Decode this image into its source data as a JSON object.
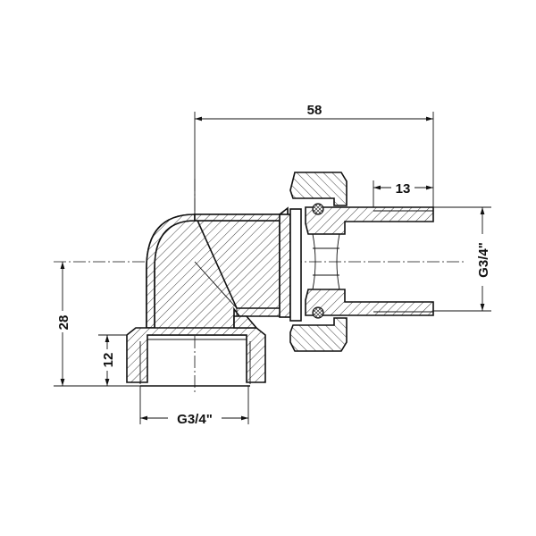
{
  "drawing": {
    "dimensions": {
      "overall_length": "58",
      "tail_length": "13",
      "tail_thread": "G3/4\"",
      "axis_height": "28",
      "thread_depth": "12",
      "female_thread": "G3/4\""
    },
    "colors": {
      "line": "#111111",
      "background": "#ffffff"
    }
  }
}
